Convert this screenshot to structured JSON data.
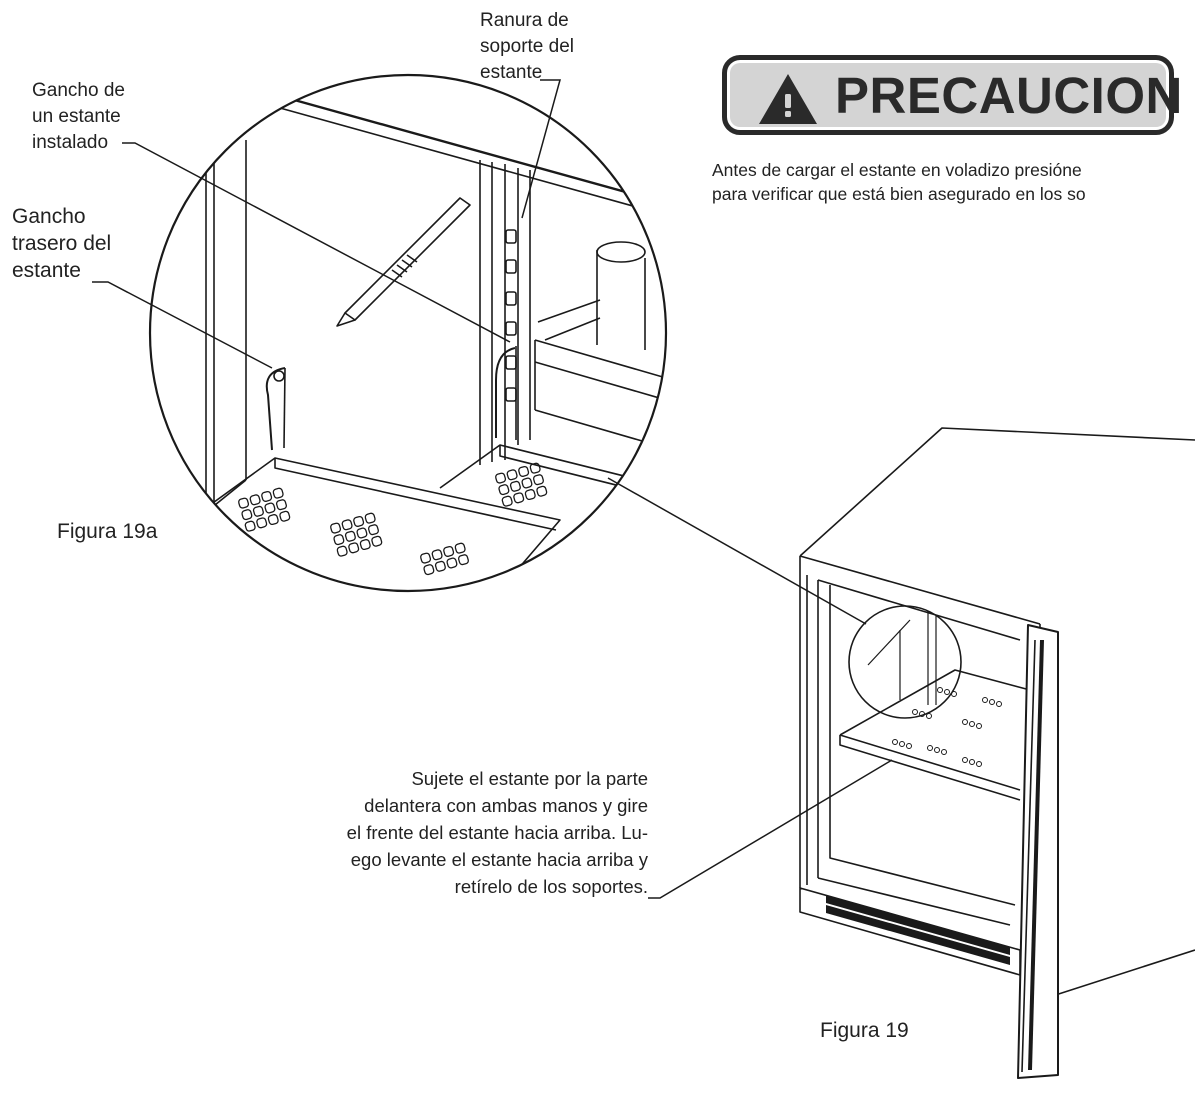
{
  "labels": {
    "slot": "Ranura de\nsoporte del\nestante",
    "installed_hook": "Gancho de\nun estante\ninstalado",
    "rear_hook": "Gancho\ntrasero del\nestante",
    "figure_19a": "Figura 19a",
    "figure_19": "Figura 19"
  },
  "instruction": "Sujete el estante por la parte\ndelantera con ambas manos y gire\nel frente del estante hacia arriba. Lu-\nego levante el estante hacia arriba y\nretírelo de los soportes.",
  "caution": {
    "title": "PRECAUCION",
    "line1": "Antes de cargar el estante en voladizo presióne",
    "line2": "para verificar que está bien asegurado en los so"
  },
  "colors": {
    "line": "#1a1a1a",
    "caution_fill": "#d4d4d4",
    "caution_border": "#2a2a2a"
  },
  "icons": [
    "warning-triangle-icon"
  ]
}
